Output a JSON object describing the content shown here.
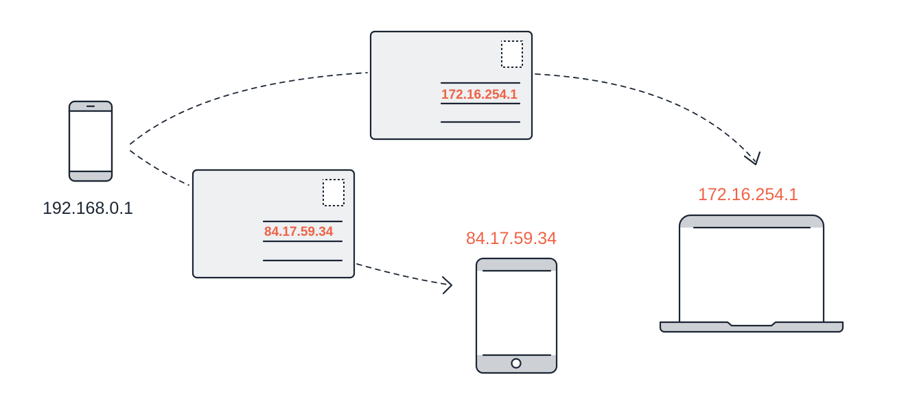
{
  "colors": {
    "accent": "#ef6245",
    "ink": "#1b2533",
    "device_grey": "#cdd1d6",
    "card_fill": "#eef0f2"
  },
  "devices": {
    "phone": {
      "label": "192.168.0.1",
      "icon": "smartphone-icon"
    },
    "tablet": {
      "label": "84.17.59.34",
      "icon": "tablet-icon"
    },
    "laptop": {
      "label": "172.16.254.1",
      "icon": "laptop-icon"
    }
  },
  "packets": {
    "to_laptop": {
      "address": "172.16.254.1",
      "icon": "postcard-icon"
    },
    "to_tablet": {
      "address": "84.17.59.34",
      "icon": "postcard-icon"
    }
  }
}
